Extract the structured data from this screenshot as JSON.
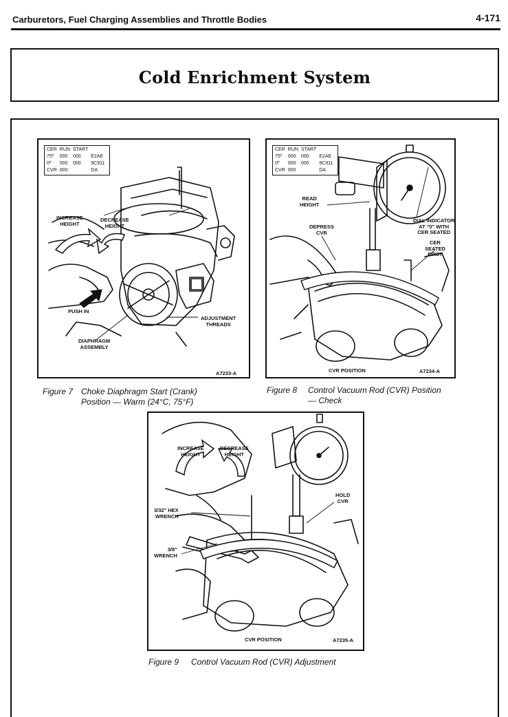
{
  "header": {
    "section_title": "Carburetors, Fuel Charging Assemblies and Throttle Bodies",
    "page_number": "4-171"
  },
  "title": "Cold Enrichment System",
  "code_box": {
    "headers": [
      "CER",
      "RUN",
      "START"
    ],
    "rows": [
      [
        "75º",
        "000",
        "000",
        "E2AE"
      ],
      [
        "0º",
        "000",
        "000",
        "9C911"
      ],
      [
        "CVR",
        "000",
        "",
        "DA"
      ]
    ]
  },
  "figure7": {
    "labels": {
      "increase_height": "INCREASE\nHEIGHT",
      "decrease_height": "DECREASE\nHEIGHT",
      "push_in": "PUSH IN",
      "adjustment_threads": "ADJUSTMENT\nTHREADS",
      "diaphragm_assembly": "DIAPHRAGM\nASSEMBLY"
    },
    "code": "A7233-A",
    "caption_num": "Figure 7",
    "caption_line1": "Choke Diaphragm Start (Crank)",
    "caption_line2": "Position — Warm (24°C, 75°F)"
  },
  "figure8": {
    "labels": {
      "read_height": "READ\nHEIGHT",
      "depress_cvr": "DEPRESS\nCVR",
      "dial_indicator": "DIAL INDICATOR\nAT \"0\" WITH\nCER SEATED",
      "cer_seated_first": "CER\nSEATED\nFIRST",
      "cvr_position": "CVR POSITION"
    },
    "code": "A7234-A",
    "caption_num": "Figure 8",
    "caption_line1": "Control Vacuum Rod (CVR) Position",
    "caption_line2": "— Check"
  },
  "figure9": {
    "labels": {
      "increase_height": "INCREASE\nHEIGHT",
      "decrease_height": "DECREASE\nHEIGHT",
      "hold_cvr": "HOLD\nCVR",
      "hex_wrench": "3/32\" HEX\nWRENCH",
      "wrench": "3/8\"\nWRENCH",
      "cvr_position": "CVR POSITION"
    },
    "code": "A7235-A",
    "caption_num": "Figure 9",
    "caption_line1": "Control Vacuum Rod (CVR) Adjustment"
  }
}
